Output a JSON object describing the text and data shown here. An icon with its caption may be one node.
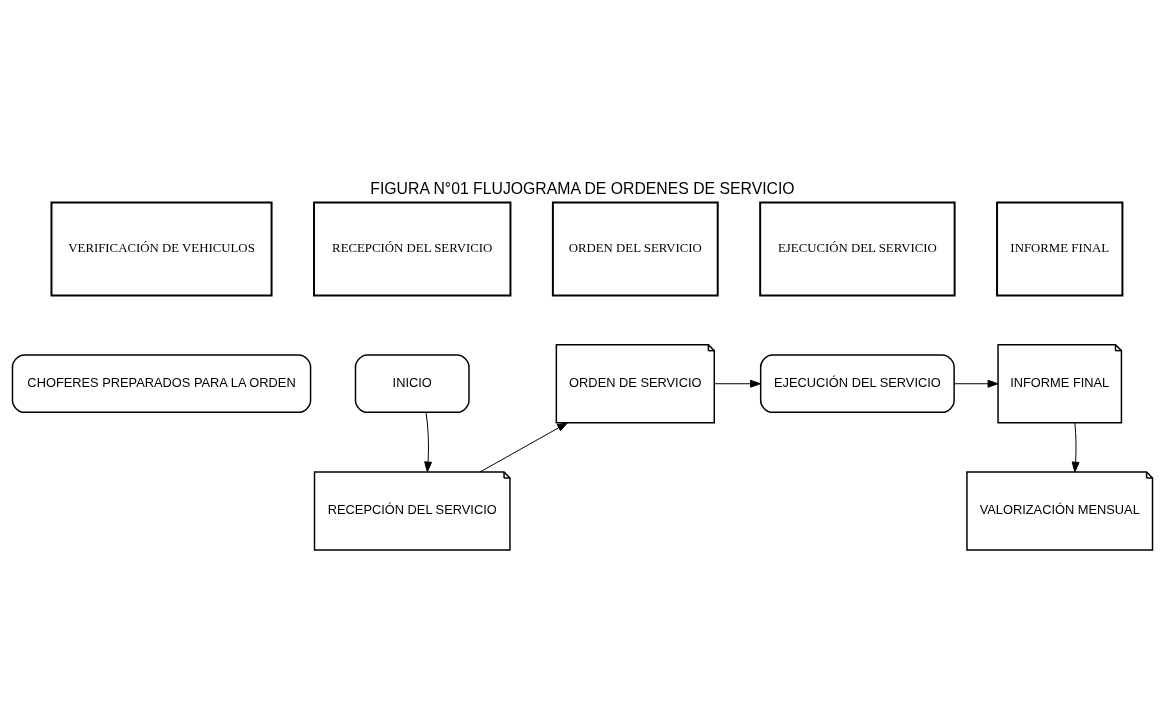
{
  "diagram": {
    "title": "FIGURA N°01 FLUJOGRAMA DE ORDENES DE SERVICIO",
    "nodes": [
      {
        "text": [
          "VERIFICACIÓN DE VEHICULOS"
        ]
      },
      {
        "text": [
          "RECEPCIÓN DEL SERVICIO"
        ]
      },
      {
        "text": [
          "ORDEN DEL SERVICIO"
        ]
      },
      {
        "text": [
          "EJECUCIÓN DEL SERVICIO"
        ]
      },
      {
        "text": [
          "INFORME FINAL"
        ]
      },
      {
        "text": [
          "CHOFERES PREPARADOS PARA LA ORDEN"
        ]
      },
      {
        "text": [
          "INICIO"
        ]
      },
      {
        "text": [
          "RECEPCIÓN DEL SERVICIO"
        ]
      },
      {
        "text": [
          "ORDEN DE SERVICIO"
        ]
      },
      {
        "text": [
          "EJECUCIÓN DEL SERVICIO"
        ]
      },
      {
        "text": [
          "INFORME FINAL"
        ]
      },
      {
        "text": [
          "VALORIZACIÓN MENSUAL"
        ]
      }
    ],
    "edges": [
      {
        "from": 6,
        "to": 7,
        "arrow": "to"
      },
      {
        "from": 7,
        "to": 8,
        "arrow": "to"
      },
      {
        "from": 8,
        "to": 9,
        "arrow": "to"
      },
      {
        "from": 9,
        "to": 10,
        "arrow": "to"
      },
      {
        "from": 10,
        "to": 11,
        "arrow": "to"
      }
    ]
  }
}
